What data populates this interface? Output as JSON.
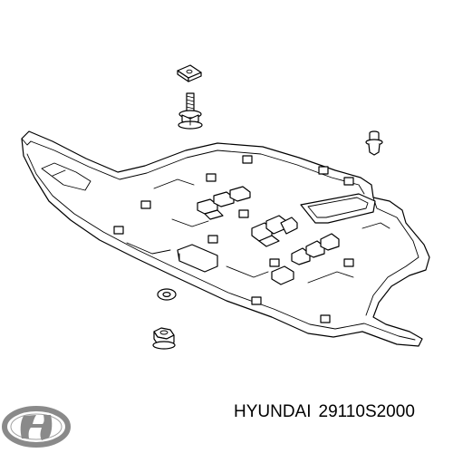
{
  "caption": {
    "brand": "HYUNDAI",
    "part_number": "29110S2000"
  },
  "colors": {
    "line": "#000000",
    "background": "#ffffff"
  },
  "parts": [
    "under-cover-panel",
    "square-clip",
    "flange-bolt",
    "push-pin-fastener",
    "flat-washer",
    "flange-nut"
  ],
  "logo": "hyundai-logo"
}
